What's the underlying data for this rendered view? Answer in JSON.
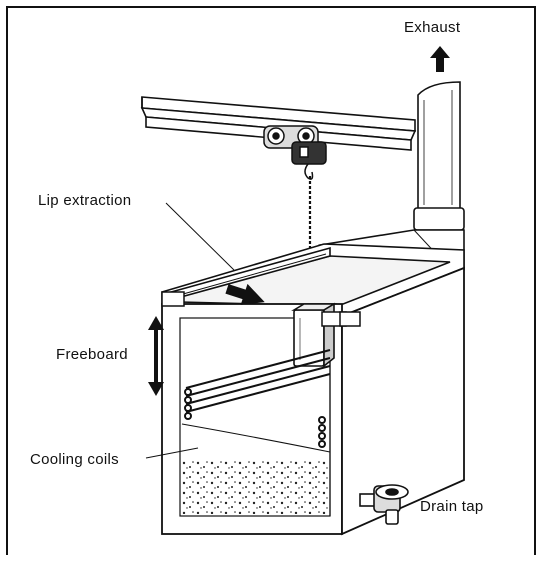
{
  "labels": {
    "exhaust": "Exhaust",
    "lip_extraction": "Lip extraction",
    "freeboard": "Freeboard",
    "cooling_coils": "Cooling coils",
    "drain_tap": "Drain tap"
  }
}
